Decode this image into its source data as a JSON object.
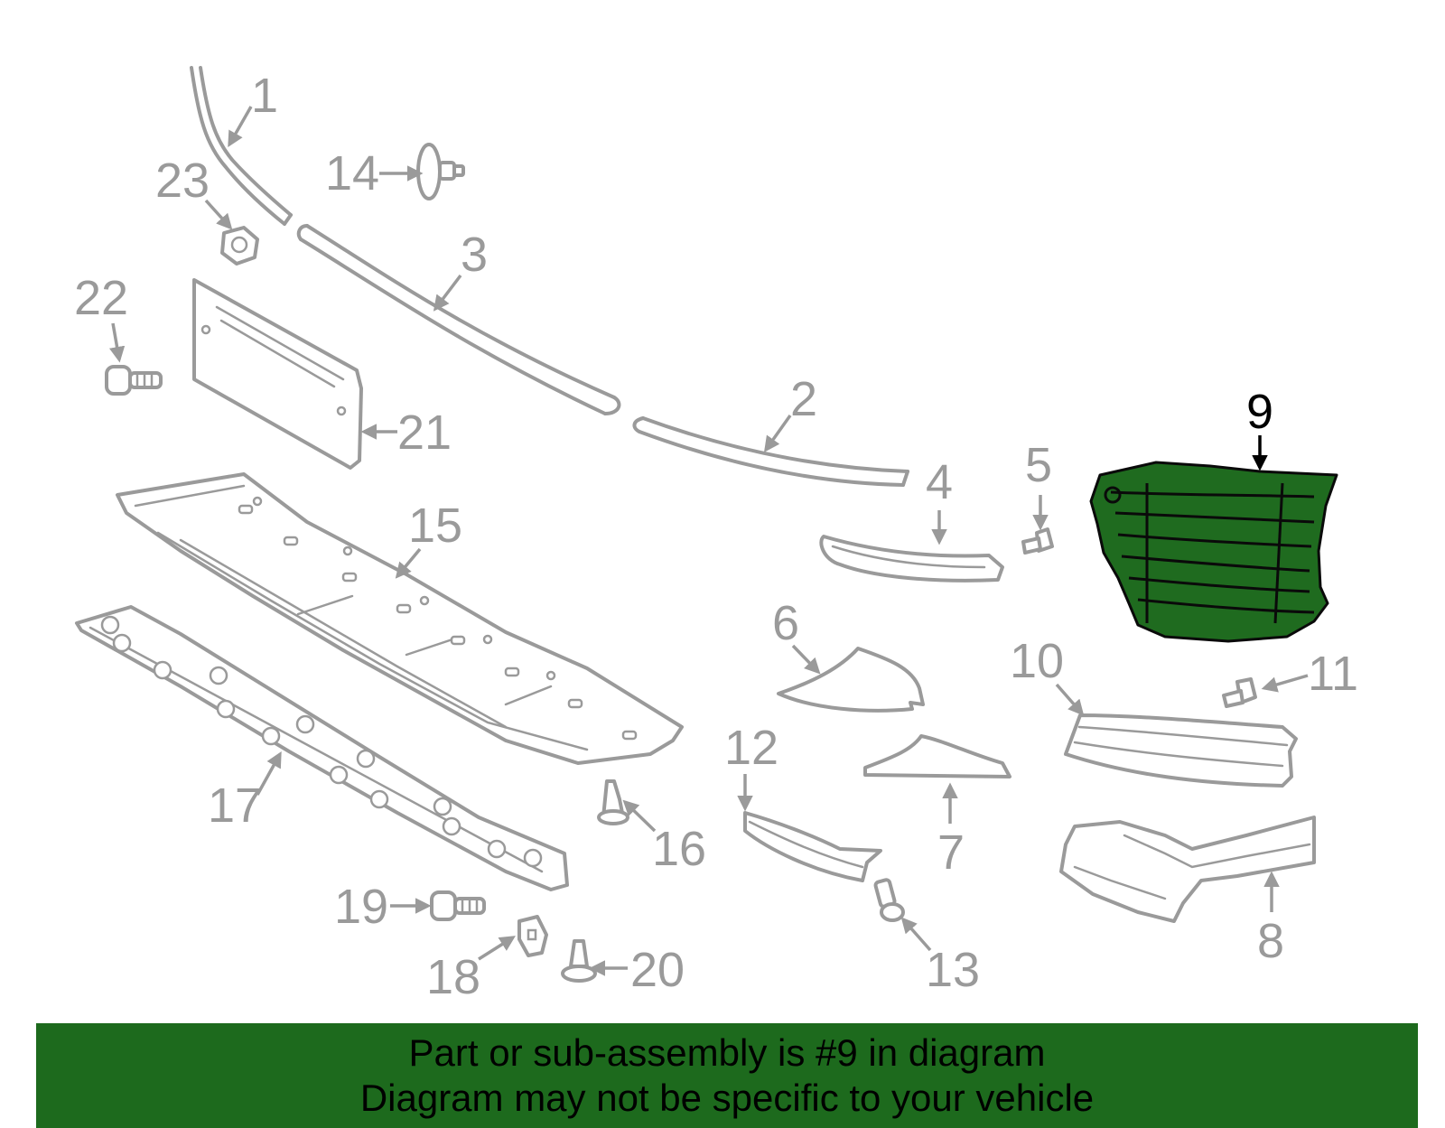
{
  "callouts": {
    "c1": "1",
    "c2": "2",
    "c3": "3",
    "c4": "4",
    "c5": "5",
    "c6": "6",
    "c7": "7",
    "c8": "8",
    "c9": "9",
    "c10": "10",
    "c11": "11",
    "c12": "12",
    "c13": "13",
    "c14": "14",
    "c15": "15",
    "c16": "16",
    "c17": "17",
    "c18": "18",
    "c19": "19",
    "c20": "20",
    "c21": "21",
    "c22": "22",
    "c23": "23"
  },
  "highlighted_part": "9",
  "colors": {
    "part_outline": "#9a9a9a",
    "highlight_fill": "#1f6b1f",
    "highlight_outline": "#0a0a0a",
    "banner_background": "#1d6a1d",
    "banner_text": "#000000"
  },
  "banner": {
    "line1": "Part or sub-assembly is #9 in diagram",
    "line2": "Diagram may not be specific to your vehicle"
  }
}
